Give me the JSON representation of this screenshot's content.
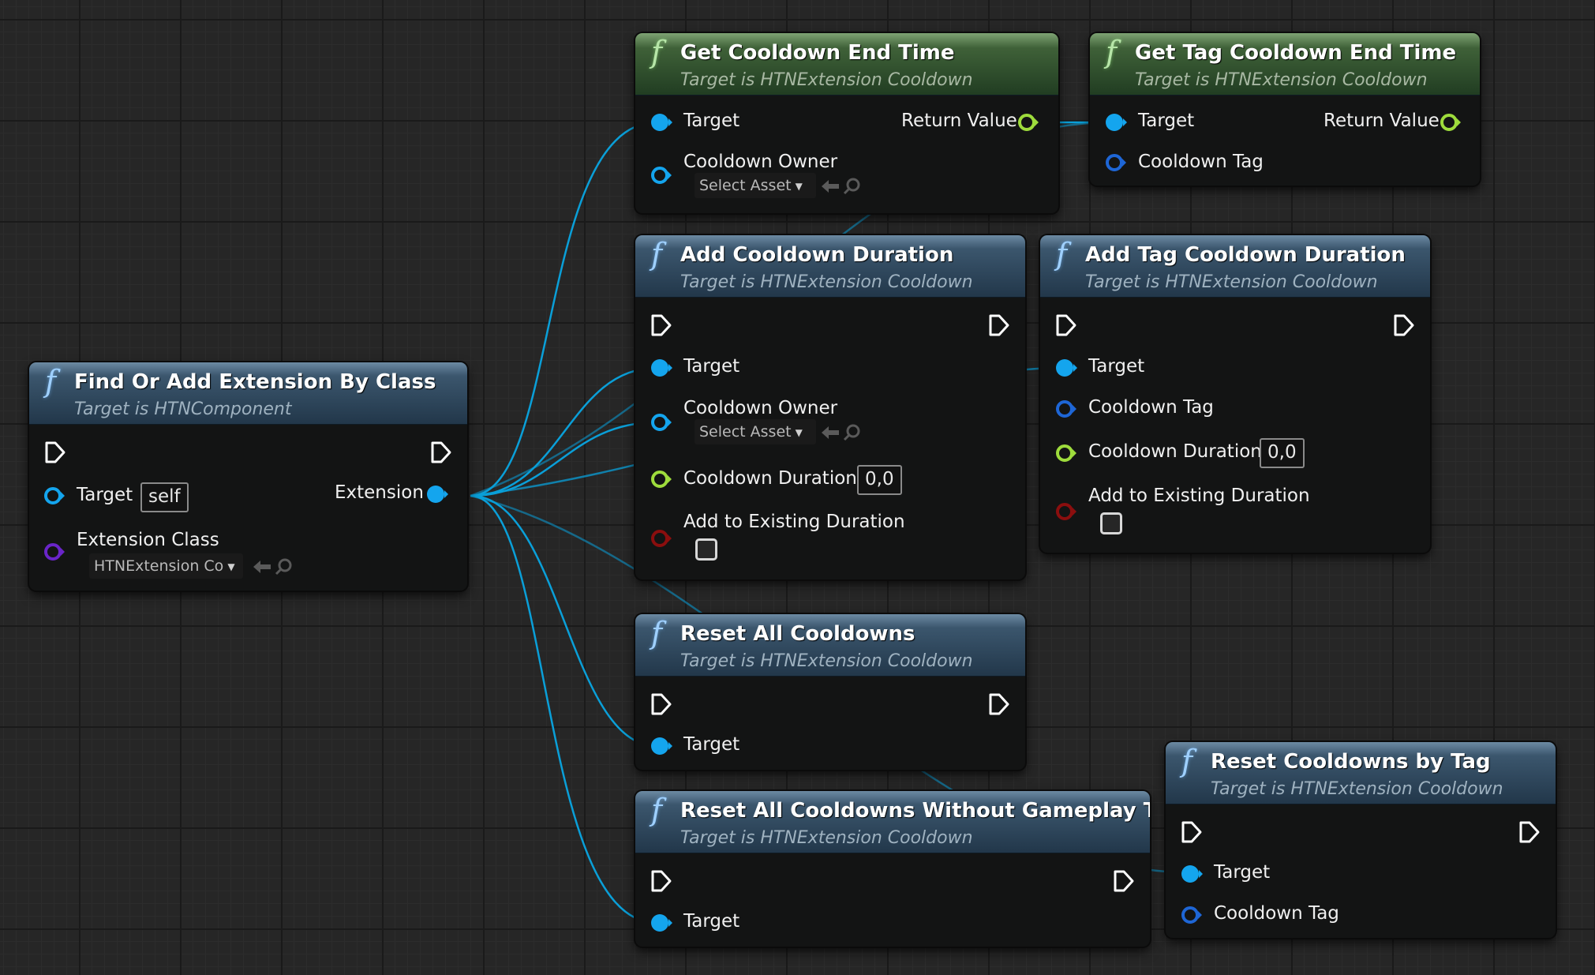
{
  "colors": {
    "wire": "#0a9fd8",
    "object_pin": "#14a5ee",
    "struct_pin": "#1e66d6",
    "float_pin": "#9edc3c",
    "bool_pin": "#8b0e0e",
    "class_pin": "#6a25c9",
    "exec_pin": "#ffffff"
  },
  "nodes": {
    "find_or_add": {
      "title": "Find Or Add Extension By Class",
      "subtitle": "Target is HTNComponent",
      "target_label": "Target",
      "target_value": "self",
      "extension_class_label": "Extension Class",
      "extension_class_value": "HTNExtension Co",
      "extension_label": "Extension"
    },
    "get_cooldown_end_time": {
      "title": "Get Cooldown End Time",
      "subtitle": "Target is HTNExtension Cooldown",
      "target_label": "Target",
      "return_label": "Return Value",
      "owner_label": "Cooldown Owner",
      "owner_value": "Select Asset"
    },
    "get_tag_cooldown_end_time": {
      "title": "Get Tag Cooldown End Time",
      "subtitle": "Target is HTNExtension Cooldown",
      "target_label": "Target",
      "return_label": "Return Value",
      "tag_label": "Cooldown Tag"
    },
    "add_cooldown_duration": {
      "title": "Add Cooldown Duration",
      "subtitle": "Target is HTNExtension Cooldown",
      "target_label": "Target",
      "owner_label": "Cooldown Owner",
      "owner_value": "Select Asset",
      "duration_label": "Cooldown Duration",
      "duration_value": "0,0",
      "add_existing_label": "Add to Existing Duration"
    },
    "add_tag_cooldown_duration": {
      "title": "Add Tag Cooldown Duration",
      "subtitle": "Target is HTNExtension Cooldown",
      "target_label": "Target",
      "tag_label": "Cooldown Tag",
      "duration_label": "Cooldown Duration",
      "duration_value": "0,0",
      "add_existing_label": "Add to Existing Duration"
    },
    "reset_all_cooldowns": {
      "title": "Reset All Cooldowns",
      "subtitle": "Target is HTNExtension Cooldown",
      "target_label": "Target"
    },
    "reset_all_without_tag": {
      "title": "Reset All Cooldowns Without Gameplay Tag",
      "subtitle": "Target is HTNExtension Cooldown",
      "target_label": "Target"
    },
    "reset_by_tag": {
      "title": "Reset Cooldowns by Tag",
      "subtitle": "Target is HTNExtension Cooldown",
      "target_label": "Target",
      "tag_label": "Cooldown Tag"
    }
  }
}
